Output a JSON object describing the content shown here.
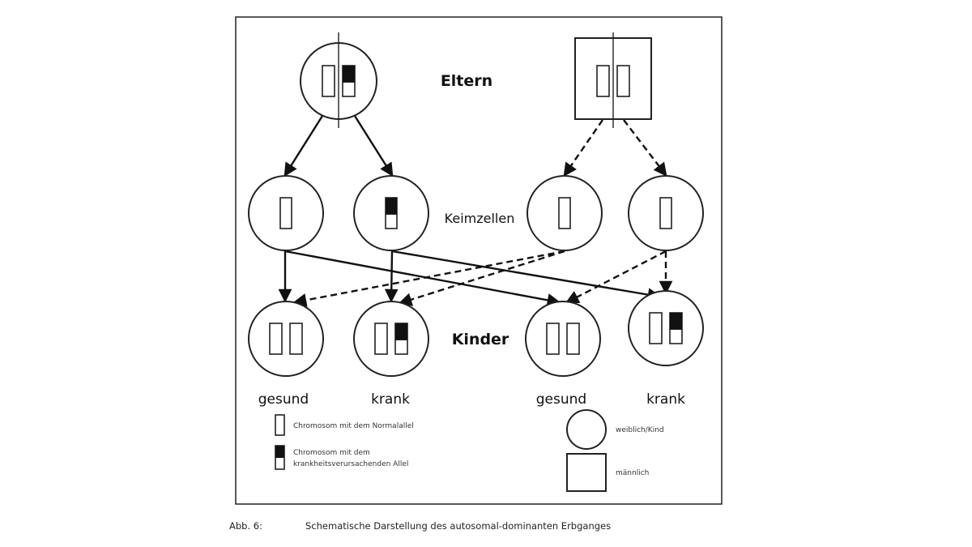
{
  "diagram": {
    "row_labels": {
      "parents": "Eltern",
      "gametes": "Keimzellen",
      "children": "Kinder"
    },
    "parents": [
      {
        "id": "mother",
        "shape": "circle",
        "chromosomes": [
          "normal",
          "disease"
        ]
      },
      {
        "id": "father",
        "shape": "square",
        "chromosomes": [
          "normal",
          "normal"
        ]
      }
    ],
    "gametes": [
      {
        "id": "g1",
        "from": "mother",
        "chromosome": "normal"
      },
      {
        "id": "g2",
        "from": "mother",
        "chromosome": "disease"
      },
      {
        "id": "g3",
        "from": "father",
        "chromosome": "normal"
      },
      {
        "id": "g4",
        "from": "father",
        "chromosome": "normal"
      }
    ],
    "children": [
      {
        "id": "c1",
        "chromosomes": [
          "normal",
          "normal"
        ],
        "status": "gesund"
      },
      {
        "id": "c2",
        "chromosomes": [
          "normal",
          "disease"
        ],
        "status": "krank"
      },
      {
        "id": "c3",
        "chromosomes": [
          "normal",
          "normal"
        ],
        "status": "gesund"
      },
      {
        "id": "c4",
        "chromosomes": [
          "normal",
          "disease"
        ],
        "status": "krank"
      }
    ],
    "edges": [
      {
        "from": "mother",
        "to": "g1",
        "style": "solid"
      },
      {
        "from": "mother",
        "to": "g2",
        "style": "solid"
      },
      {
        "from": "father",
        "to": "g3",
        "style": "dashed"
      },
      {
        "from": "father",
        "to": "g4",
        "style": "dashed"
      },
      {
        "from": "g1",
        "to": "c1",
        "style": "solid"
      },
      {
        "from": "g1",
        "to": "c3",
        "style": "solid"
      },
      {
        "from": "g2",
        "to": "c2",
        "style": "solid"
      },
      {
        "from": "g2",
        "to": "c4",
        "style": "solid"
      },
      {
        "from": "g3",
        "to": "c1",
        "style": "dashed"
      },
      {
        "from": "g3",
        "to": "c2",
        "style": "dashed"
      },
      {
        "from": "g4",
        "to": "c3",
        "style": "dashed"
      },
      {
        "from": "g4",
        "to": "c4",
        "style": "dashed"
      }
    ]
  },
  "legend": {
    "normal_allele": "Chromosom mit dem Normalallel",
    "disease_allele_line1": "Chromosom mit dem",
    "disease_allele_line2": "krankheitsverursachenden Allel",
    "female_child": "weiblich/Kind",
    "male": "männlich"
  },
  "caption": {
    "label": "Abb. 6:",
    "text": "Schematische Darstellung des autosomal-dominanten Erbganges"
  }
}
